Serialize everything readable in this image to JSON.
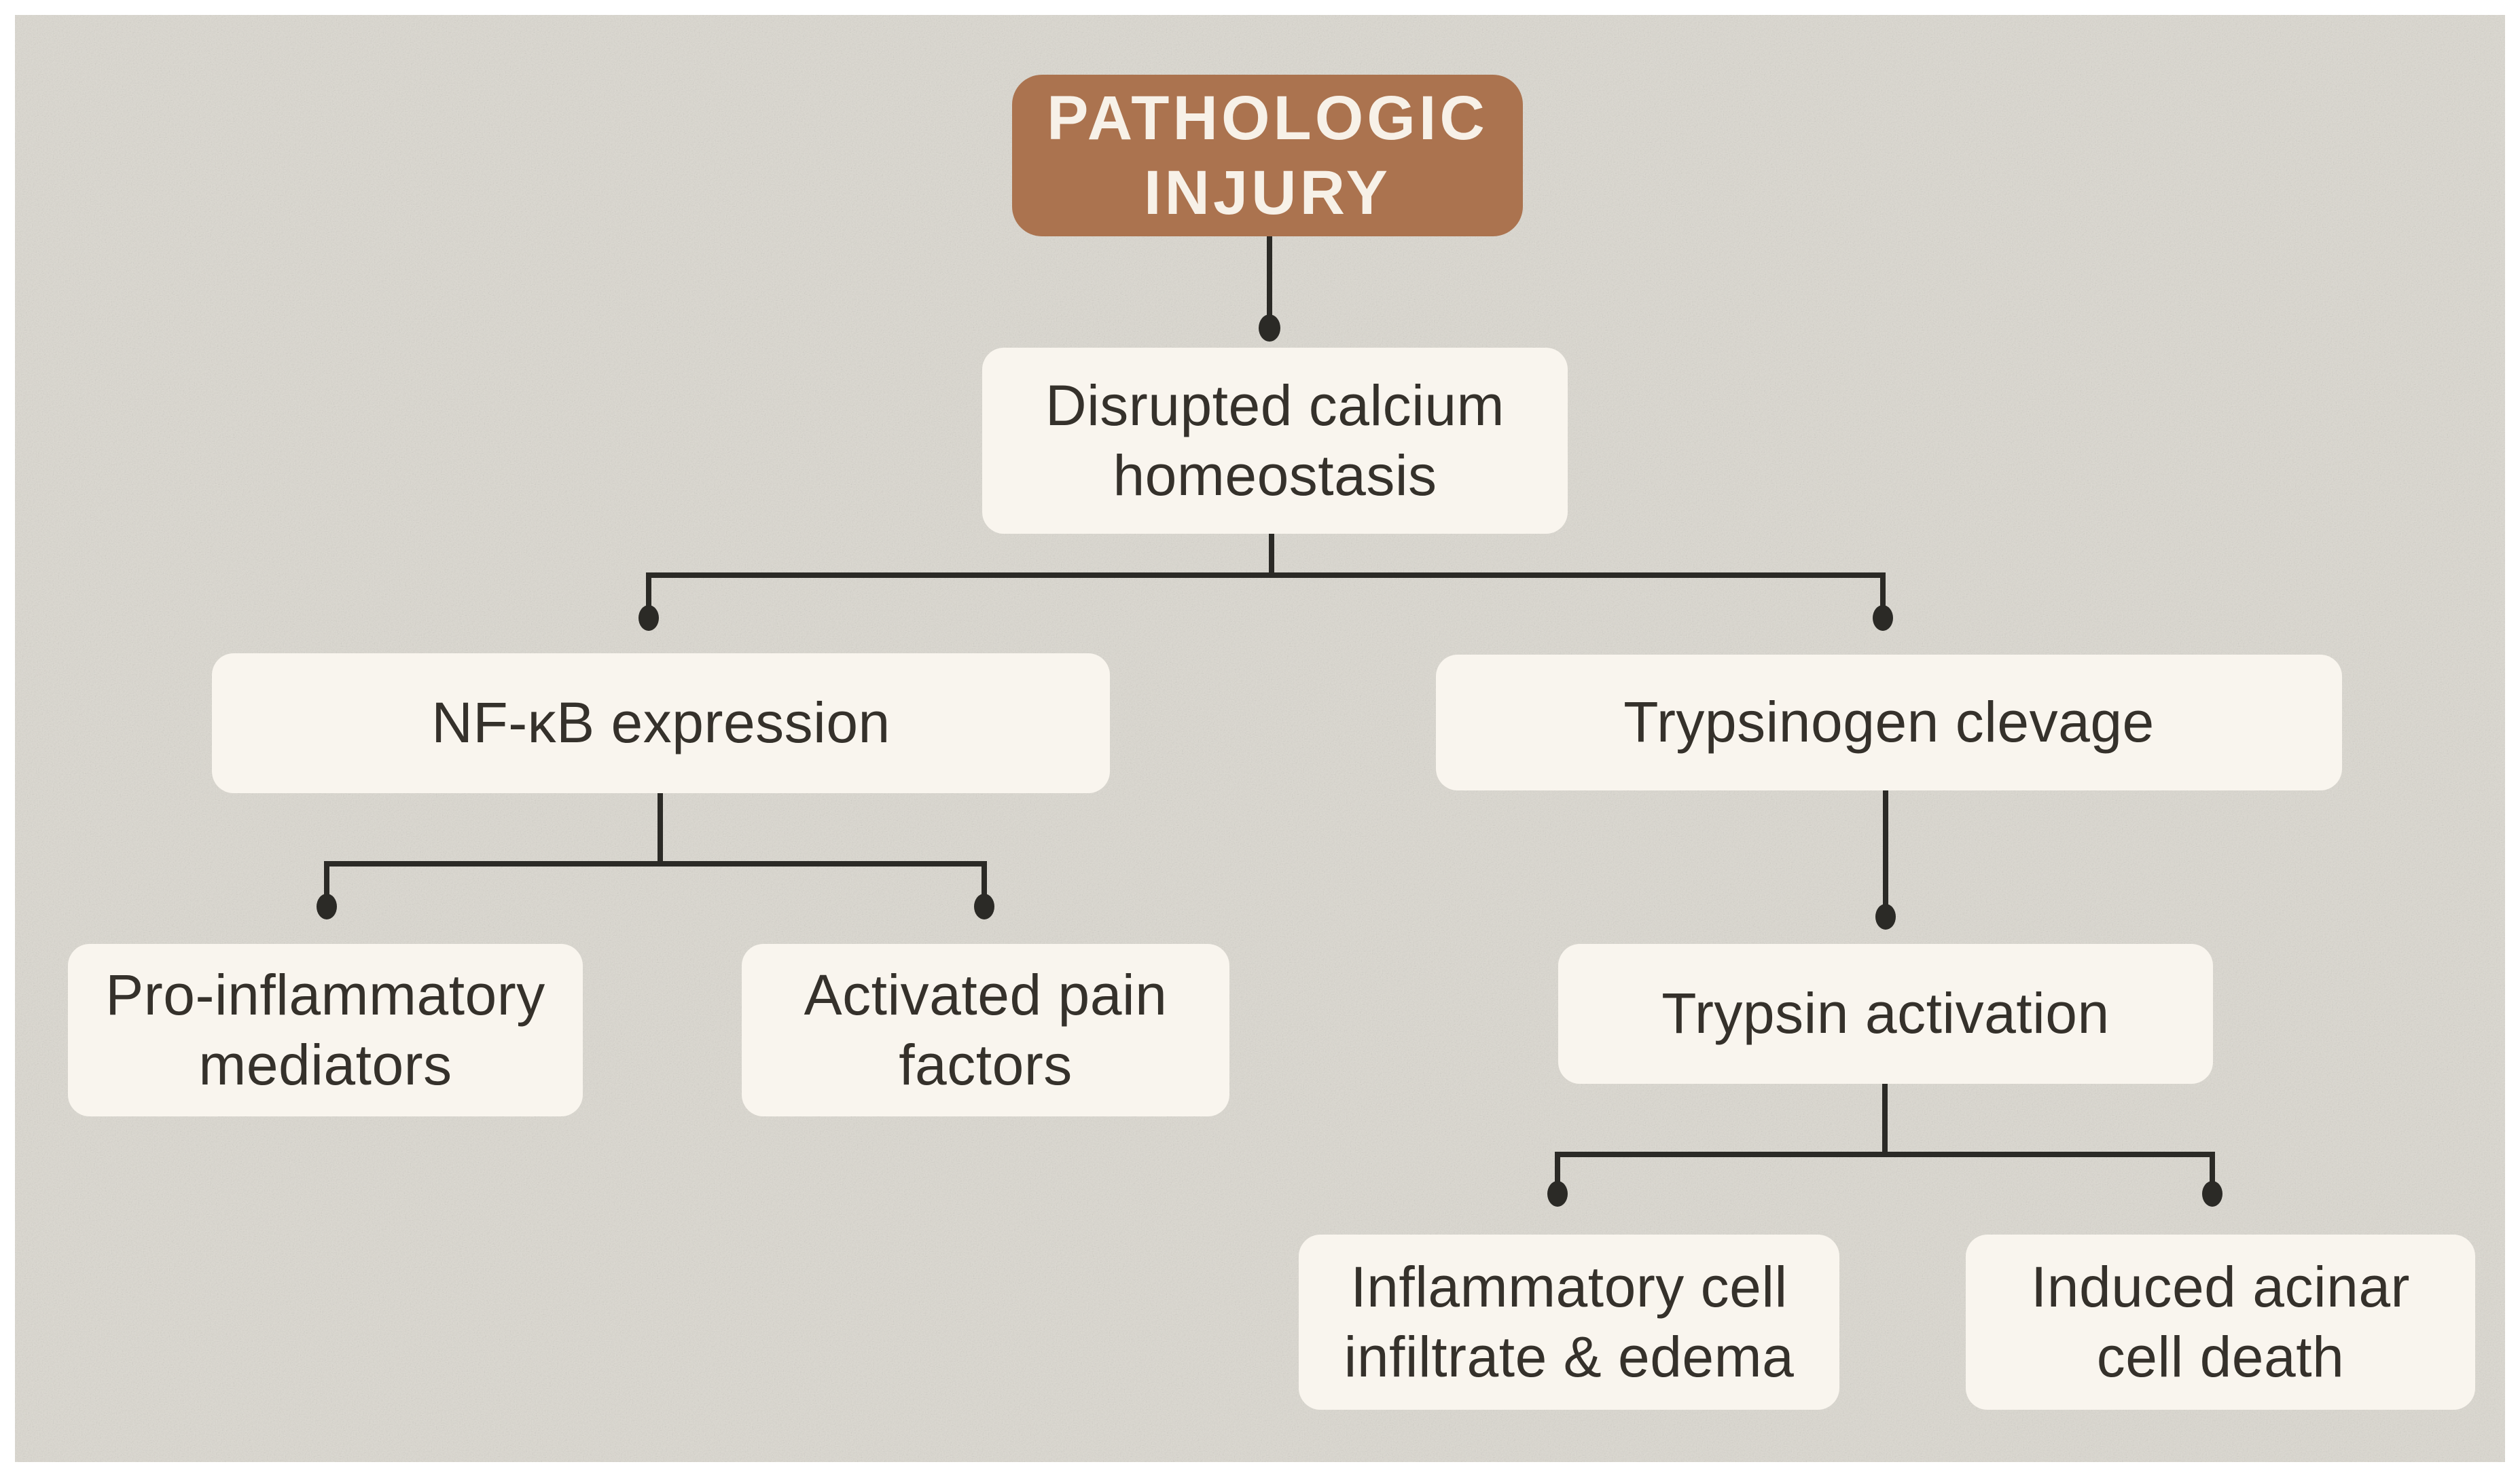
{
  "flowchart": {
    "nodes": {
      "pathologic_injury": {
        "label": "PATHOLOGIC INJURY",
        "type": "root"
      },
      "disrupted_calcium": {
        "label": "Disrupted calcium homeostasis"
      },
      "nfkb_expression": {
        "label": "NF-κB expression"
      },
      "trypsinogen_clevage": {
        "label": "Trypsinogen clevage"
      },
      "pro_inflammatory_mediators": {
        "label": "Pro-inflammatory mediators"
      },
      "activated_pain_factors": {
        "label": "Activated pain factors"
      },
      "trypsin_activation": {
        "label": "Trypsin activation"
      },
      "inflammatory_cell_infiltrate": {
        "label": "Inflammatory cell infiltrate & edema"
      },
      "induced_acinar_cell_death": {
        "label": "Induced acinar cell death"
      }
    },
    "edges": [
      {
        "from": "pathologic_injury",
        "to": "disrupted_calcium"
      },
      {
        "from": "disrupted_calcium",
        "to": "nfkb_expression"
      },
      {
        "from": "disrupted_calcium",
        "to": "trypsinogen_clevage"
      },
      {
        "from": "nfkb_expression",
        "to": "pro_inflammatory_mediators"
      },
      {
        "from": "nfkb_expression",
        "to": "activated_pain_factors"
      },
      {
        "from": "trypsinogen_clevage",
        "to": "trypsin_activation"
      },
      {
        "from": "trypsin_activation",
        "to": "inflammatory_cell_infiltrate"
      },
      {
        "from": "trypsin_activation",
        "to": "induced_acinar_cell_death"
      }
    ],
    "colors": {
      "root_fill": "#AB734F",
      "root_text": "#F7F1E8",
      "node_fill": "#F9F5EE",
      "node_text": "#35312B",
      "connector": "#2B2A26",
      "background": "#DBD8D0",
      "frame": "#FFFFFF"
    }
  }
}
